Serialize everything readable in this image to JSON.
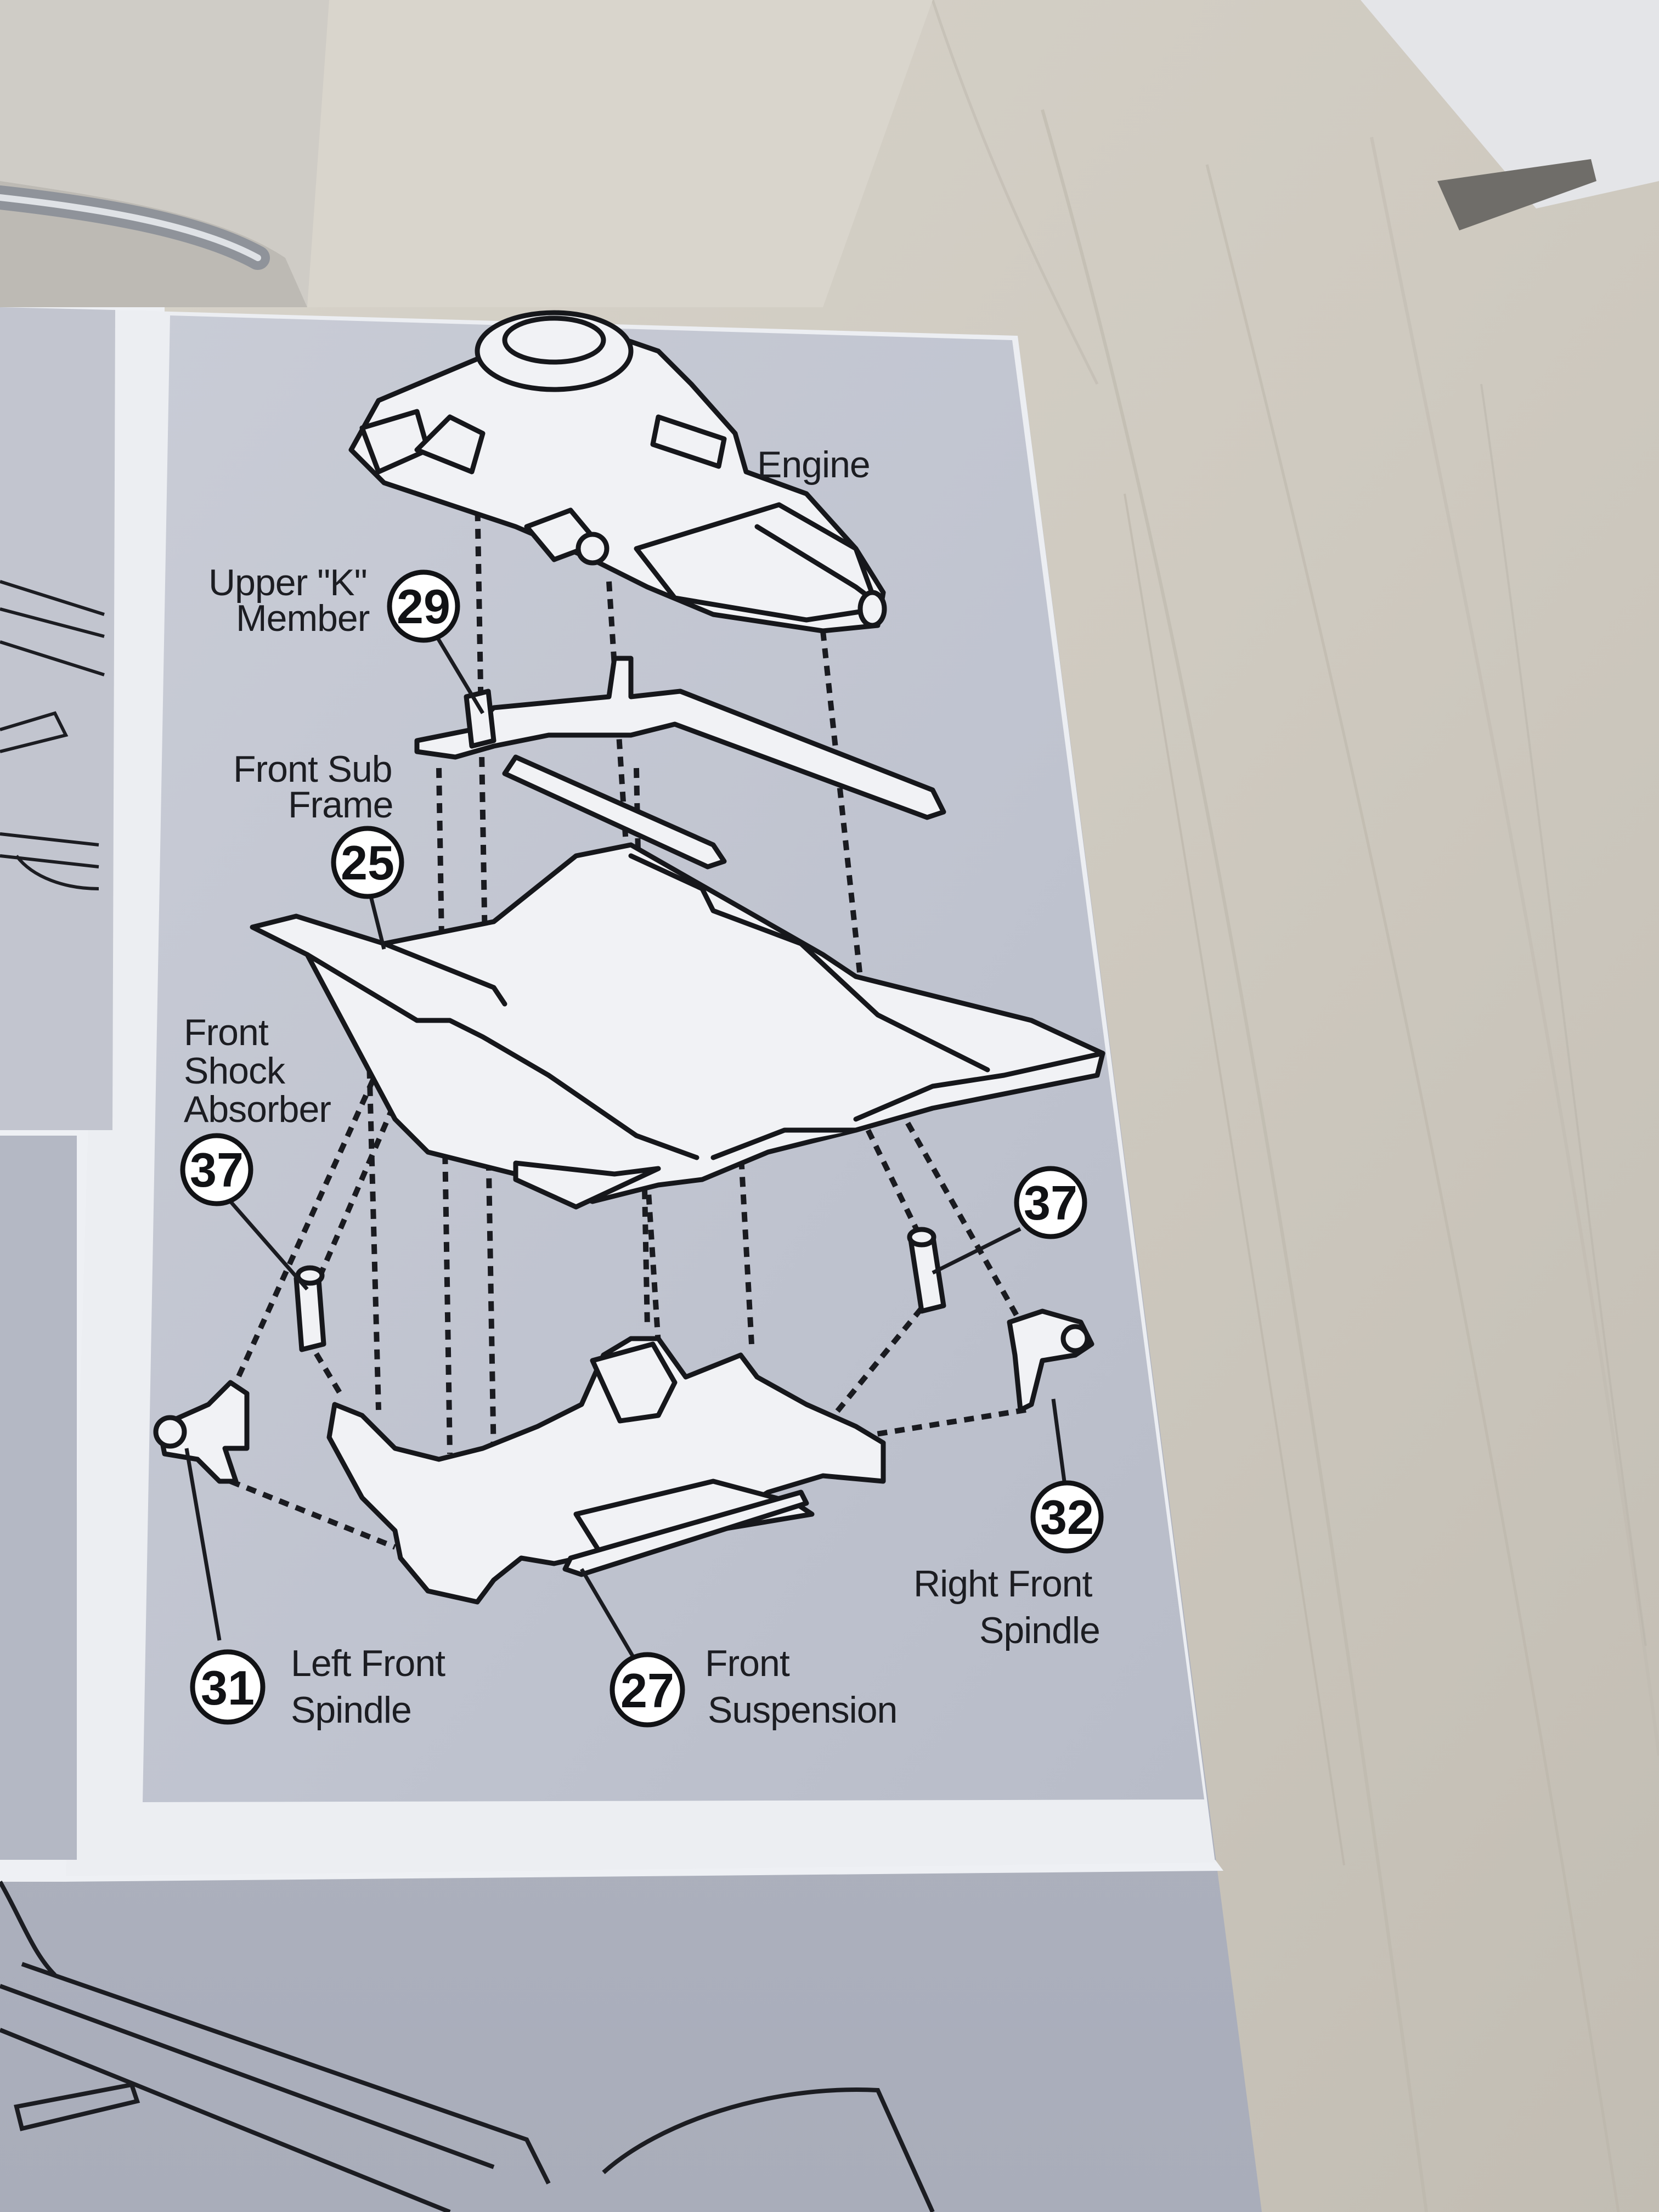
{
  "diagram": {
    "engine": "Engine",
    "upper_k_member": {
      "line1": "Upper \"K\"",
      "line2": "Member",
      "number": "29"
    },
    "front_sub_frame": {
      "line1": "Front Sub",
      "line2": "Frame",
      "number": "25"
    },
    "front_shock_absorber": {
      "line1": "Front",
      "line2": "Shock",
      "line3": "Absorber",
      "number": "37"
    },
    "right_shock_absorber_number": "37",
    "right_front_spindle": {
      "line1": "Right Front",
      "line2": "Spindle",
      "number": "32"
    },
    "left_front_spindle": {
      "line1": "Left Front",
      "line2": "Spindle",
      "number": "31"
    },
    "front_suspension": {
      "line1": "Front",
      "line2": "Suspension",
      "number": "27"
    }
  }
}
